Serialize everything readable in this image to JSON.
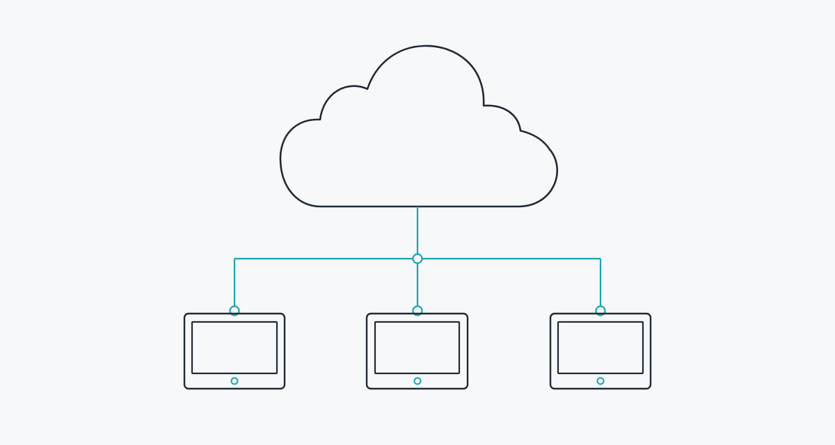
{
  "diagram": {
    "description": "",
    "nodes": [
      {
        "id": "cloud",
        "kind": "cloud-icon"
      },
      {
        "id": "tablet-left",
        "kind": "tablet-icon"
      },
      {
        "id": "tablet-center",
        "kind": "tablet-icon"
      },
      {
        "id": "tablet-right",
        "kind": "tablet-icon"
      }
    ],
    "edges": [
      {
        "from": "cloud",
        "to": "tablet-left"
      },
      {
        "from": "cloud",
        "to": "tablet-center"
      },
      {
        "from": "cloud",
        "to": "tablet-right"
      }
    ]
  },
  "colors": {
    "background": "#f7f8fa",
    "outline": "#1f2a35",
    "connector": "#19a3ab"
  }
}
